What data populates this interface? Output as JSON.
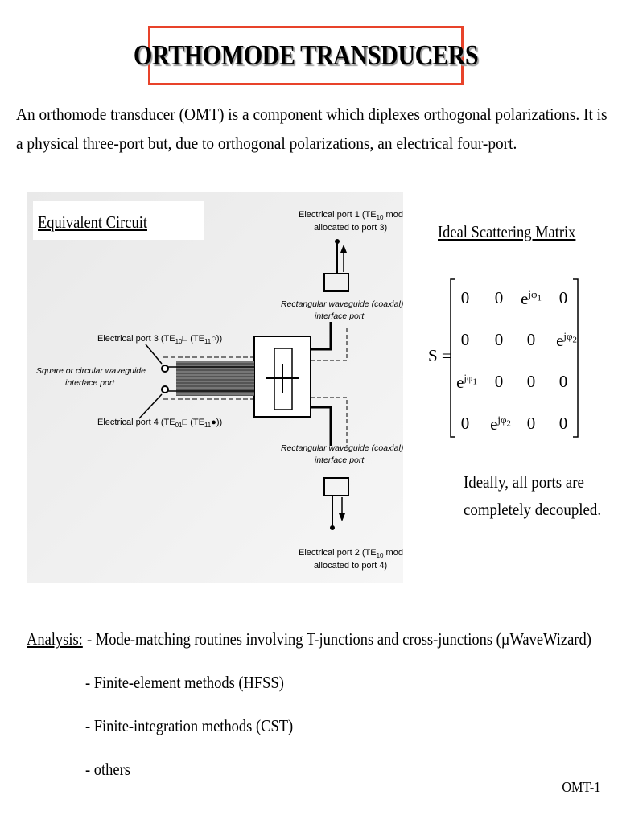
{
  "title": "ORTHOMODE TRANSDUCERS",
  "intro": "An orthomode transducer (OMT) is a component which diplexes orthogonal polarizations. It is a physical three-port but, due to orthogonal polarizations, an electrical four-port.",
  "figure": {
    "heading": "Equivalent Circuit",
    "port1_line1": "Electrical port 1 (TE",
    "port1_sub": "10",
    "port1_tail": " mode",
    "port1_line2": "allocated to port 3)",
    "port2_line1": "Electrical port 2 (TE",
    "port2_sub": "10",
    "port2_tail": " mode",
    "port2_line2": "allocated to port 4)",
    "port3_label": "Electrical port 3 (TE",
    "port3_sub1": "10",
    "port3_mid": " (TE",
    "port3_sub2": "11",
    "port4_label": "Electrical port 4 (TE",
    "port4_sub1": "01",
    "port4_mid": " (TE",
    "port4_sub2": "11",
    "rect_wg_top_1": "Rectangular waveguide (coaxial)",
    "rect_wg_top_2": "interface port",
    "rect_wg_bottom_1": "Rectangular waveguide (coaxial)",
    "rect_wg_bottom_2": "interface port",
    "square_wg_1": "Square or circular waveguide",
    "square_wg_2": "interface port"
  },
  "scattering": {
    "title": "Ideal Scattering Matrix",
    "lhs": "S =",
    "rows": [
      [
        "0",
        "0",
        "e^{jφ1}",
        "0"
      ],
      [
        "0",
        "0",
        "0",
        "e^{jφ2}"
      ],
      [
        "e^{jφ1}",
        "0",
        "0",
        "0"
      ],
      [
        "0",
        "e^{jφ2}",
        "0",
        "0"
      ]
    ],
    "exp_base": "e",
    "exp1": "jφ",
    "exp1_sub": "1",
    "exp2": "jφ",
    "exp2_sub": "2",
    "zero": "0",
    "note_line1": "Ideally, all ports are",
    "note_line2": "completely decoupled."
  },
  "analysis": {
    "label": "Analysis:",
    "items": [
      "- Mode-matching routines involving T-junctions and cross-junctions (µWaveWizard)",
      "- Finite-element methods (HFSS)",
      "- Finite-integration methods (CST)",
      "- others"
    ]
  },
  "footer": "OMT-1"
}
